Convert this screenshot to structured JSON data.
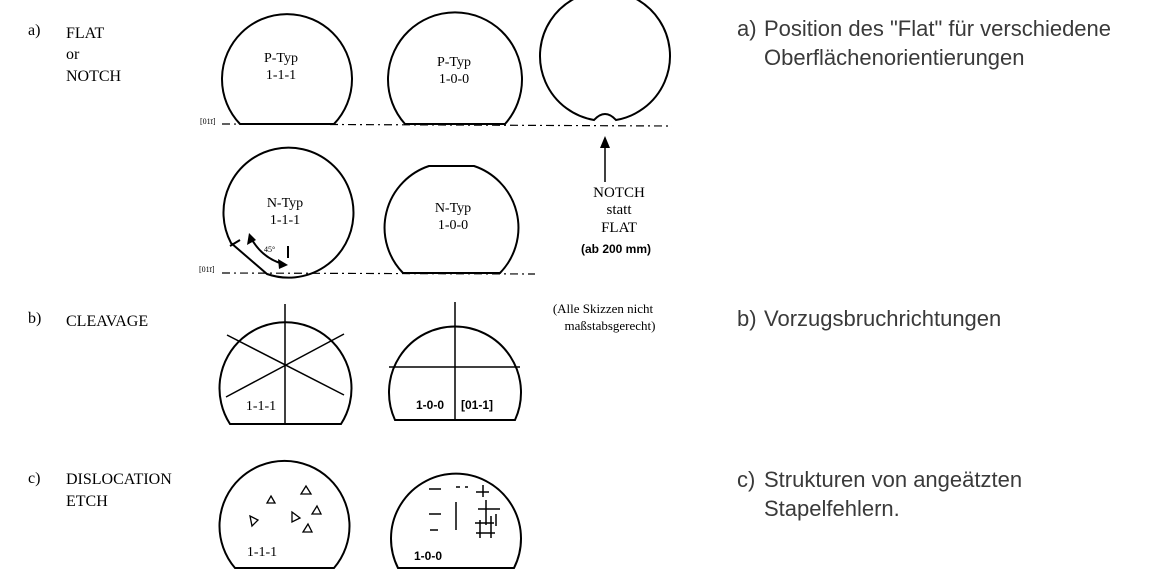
{
  "sections": {
    "a": {
      "letter": "a)",
      "title_lines": [
        "FLAT",
        "or",
        "NOTCH"
      ],
      "wafers": [
        {
          "type": "P-Typ",
          "orient": "1-1-1"
        },
        {
          "type": "P-Typ",
          "orient": "1-0-0"
        },
        {
          "type": "N-Typ",
          "orient": "1-1-1"
        },
        {
          "type": "N-Typ",
          "orient": "1-0-0"
        }
      ],
      "direction_label": "[01ī]",
      "angle_label": "45°",
      "notch_lines": [
        "NOTCH",
        "statt",
        "FLAT"
      ],
      "notch_note": "(ab 200 mm)"
    },
    "b": {
      "letter": "b)",
      "title": "CLEAVAGE",
      "wafer1_label": "1-1-1",
      "wafer2_labels": [
        "1-0-0",
        "[01-1]"
      ]
    },
    "c": {
      "letter": "c)",
      "title_lines": [
        "DISLOCATION",
        "ETCH"
      ],
      "wafer1_label": "1-1-1",
      "wafer2_label": "1-0-0"
    },
    "scale_note": [
      "(Alle Skizzen nicht",
      "maßstabsgerecht)"
    ]
  },
  "captions": {
    "a_letter": "a)",
    "a_lines": [
      "Position des \"Flat\" für verschiedene",
      "Oberflächenorientierungen"
    ],
    "b_letter": "b)",
    "b_lines": [
      "Vorzugsbruchrichtungen"
    ],
    "c_letter": "c)",
    "c_lines": [
      "Strukturen von angeätzten",
      "Stapelfehlern."
    ]
  }
}
